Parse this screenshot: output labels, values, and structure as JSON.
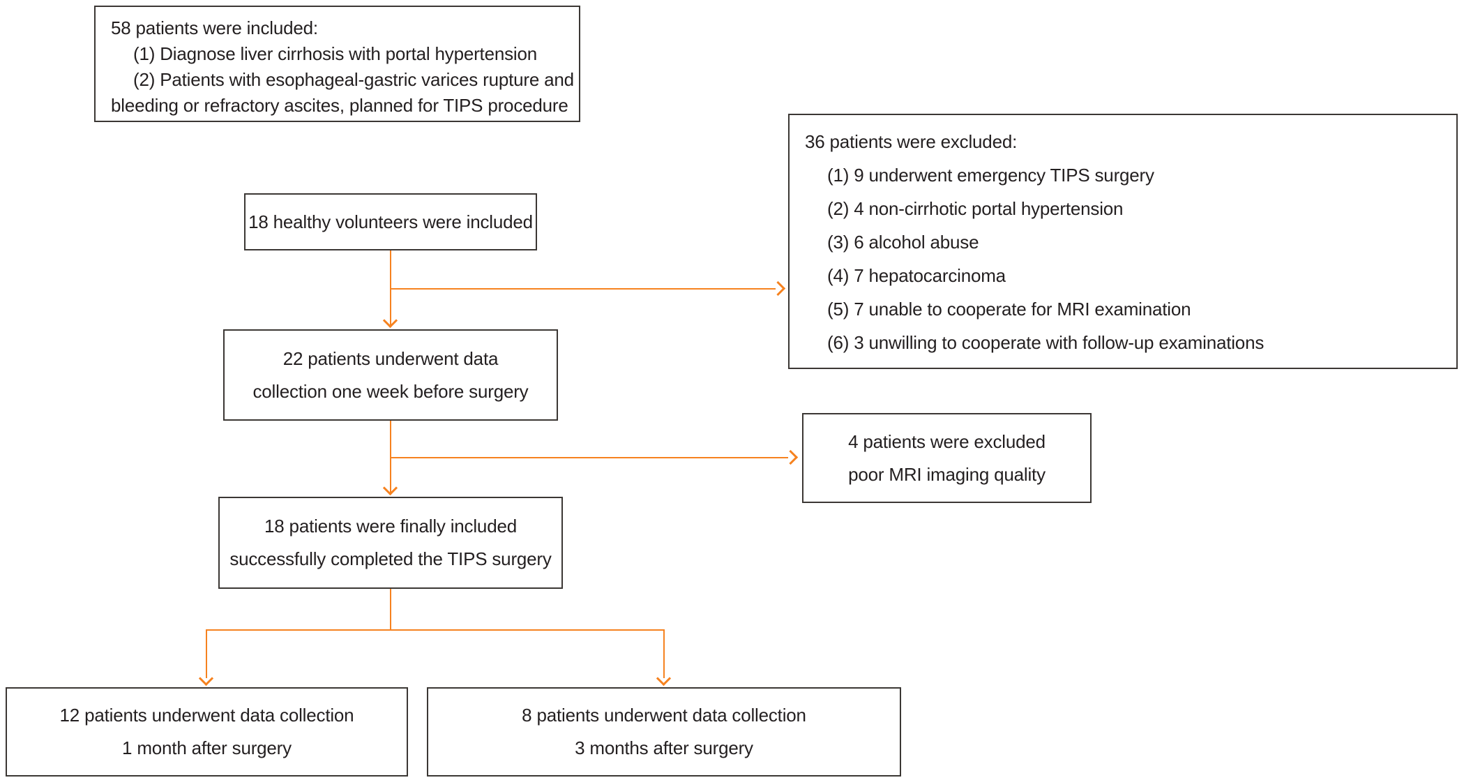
{
  "figure": {
    "type": "patient-flow-diagram",
    "accent_orange": "#f6821f",
    "box_border_color": "#3b3734",
    "text_color": "#231f20"
  },
  "boxes": {
    "included": {
      "lines": [
        "58 patients were included:",
        "(1) Diagnose liver cirrhosis with portal hypertension",
        "(2) Patients with esophageal-gastric varices rupture and",
        "bleeding or refractory ascites, planned for TIPS procedure"
      ]
    },
    "healthy": {
      "text": "18 healthy volunteers were included"
    },
    "excluded36": {
      "lines": [
        "36 patients were excluded:",
        "(1) 9 underwent emergency TIPS surgery",
        "(2) 4 non-cirrhotic portal hypertension",
        "(3) 6 alcohol abuse",
        "(4) 7 hepatocarcinoma",
        "(5) 7 unable to cooperate for MRI examination",
        "(6) 3 unwilling to cooperate with follow-up examinations"
      ]
    },
    "week_before": {
      "lines": [
        "22 patients underwent data",
        "collection one week before surgery"
      ]
    },
    "excluded4": {
      "lines": [
        "4 patients were excluded",
        "poor MRI imaging quality"
      ]
    },
    "final_included": {
      "lines": [
        "18 patients were finally included",
        "successfully completed the TIPS surgery"
      ]
    },
    "one_month": {
      "lines": [
        "12 patients underwent data collection",
        "1 month after surgery"
      ]
    },
    "three_months": {
      "lines": [
        "8 patients underwent data collection",
        "3 months after surgery"
      ]
    }
  }
}
